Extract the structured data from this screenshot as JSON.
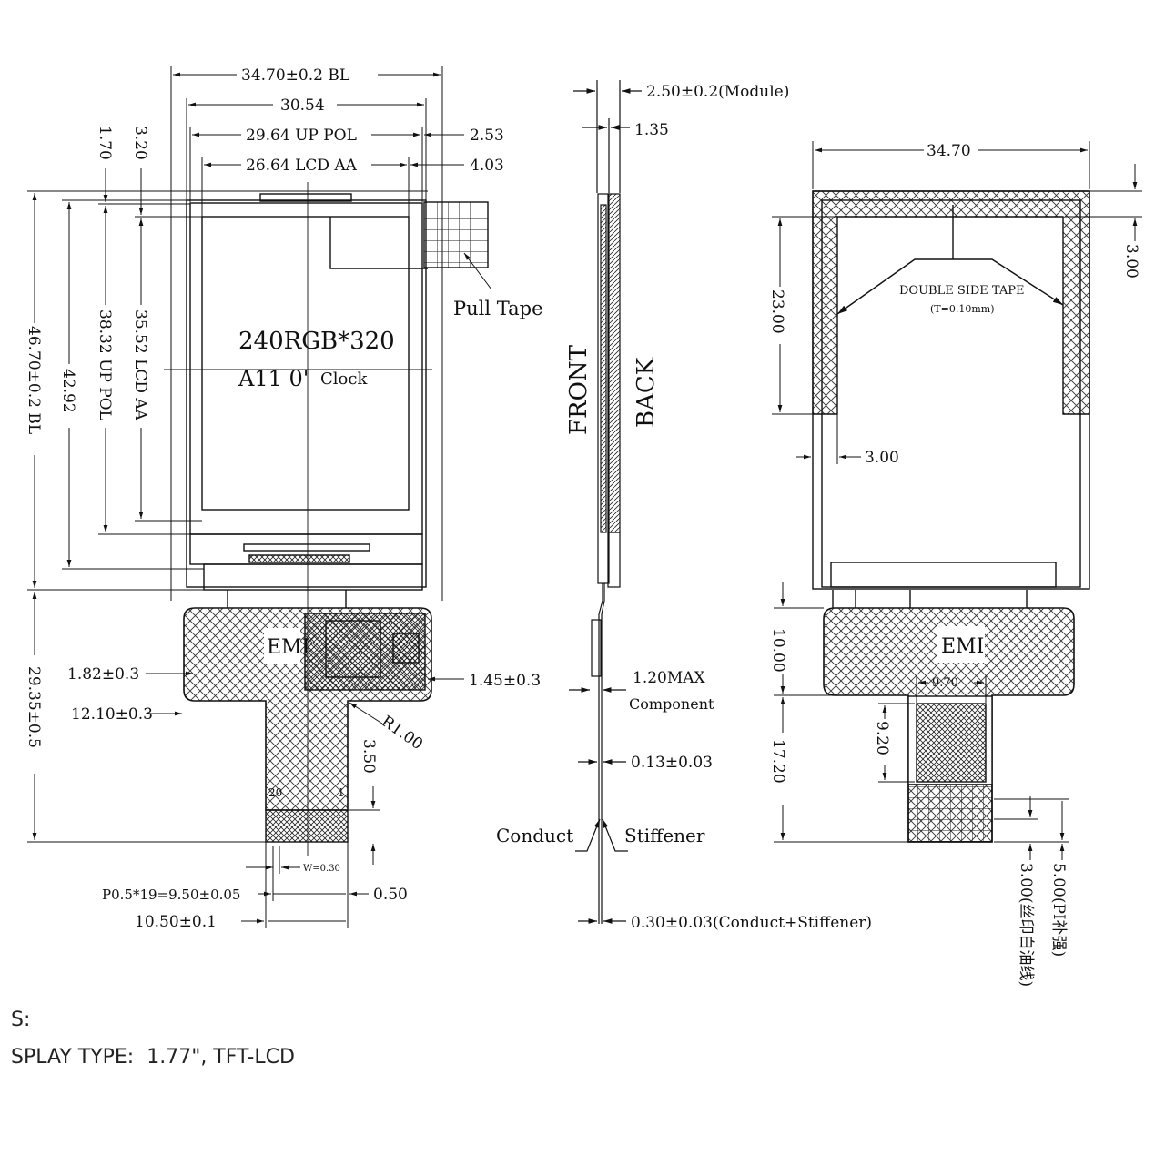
{
  "front_view": {
    "w_bl": "34.70±0.2 BL",
    "w_530": "30.54",
    "w_up_pol": "29.64 UP POL",
    "w_lcd_aa": "26.64 LCD AA",
    "side_253": "2.53",
    "side_403": "4.03",
    "top_170": "1.70",
    "top_320": "3.20",
    "h_bl": "46.70±0.2 BL",
    "h_4292": "42.92",
    "h_up_pol": "38.32 UP POL",
    "h_lcd_aa": "35.52 LCD AA",
    "resolution": "240RGB*320",
    "view_dir_main": "A11 0'",
    "view_dir_small": "Clock",
    "pull_tape": "Pull Tape",
    "emi": "EMI",
    "fpc_182": "1.82±0.3",
    "fpc_1210": "12.10±0.3",
    "fpc_145": "1.45±0.3",
    "fpc_r": "R1.00",
    "fpc_350": "3.50",
    "fpc_total": "29.35±0.5",
    "pin_20": "20",
    "pin_1": "1",
    "pin_w": "W=0.30",
    "pitch": "P0.5*19=9.50±0.05",
    "pad_050": "0.50",
    "tail_w": "10.50±0.1"
  },
  "side_view": {
    "module_t": "2.50±0.2(Module)",
    "t_135": "1.35",
    "front": "FRONT",
    "back": "BACK",
    "comp_max": "1.20MAX",
    "comp_label": "Component",
    "fpc_t": "0.13±0.03",
    "conduct": "Conduct",
    "stiffener": "Stiffener",
    "stiff_t": "0.30±0.03(Conduct+Stiffener)"
  },
  "back_view": {
    "width": "34.70",
    "tape_w": "3.00",
    "tape_h": "23.00",
    "tape_label": "DOUBLE SIDE TAPE",
    "tape_t": "(T=0.10mm)",
    "tape_side": "3.00",
    "emi": "EMI",
    "emi_h": "10.00",
    "tail_h": "17.20",
    "stiff_w": "9.70",
    "stiff_h": "9.20",
    "pi_h": "5.00(PI补强)",
    "silk_h": "3.00(丝印白油线)"
  },
  "footer": {
    "prefix": "S:",
    "display_type": "SPLAY TYPE:  1.77\", TFT-LCD"
  }
}
